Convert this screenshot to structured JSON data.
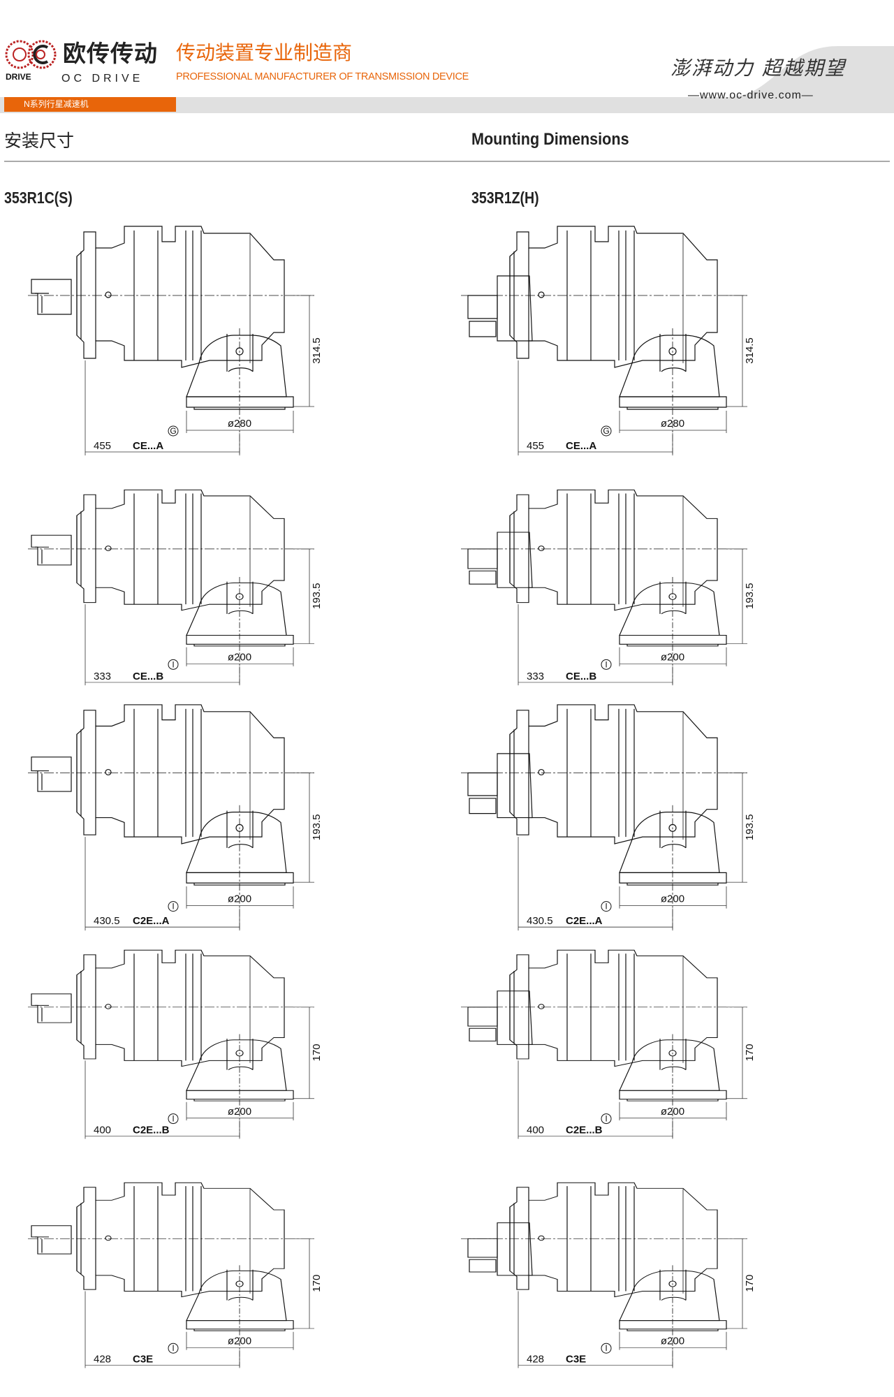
{
  "header": {
    "brand_cn": "欧传传动",
    "brand_en": "OC DRIVE",
    "logo_text": "DRIVE",
    "slogan_cn": "传动装置专业制造商",
    "slogan_en": "PROFESSIONAL MANUFACTURER OF TRANSMISSION DEVICE",
    "series_tab": "N系列行星减速机",
    "motto": "澎湃动力 超越期望",
    "url": "—www.oc-drive.com—"
  },
  "colors": {
    "accent": "#e8650a",
    "band": "#e0e0e0"
  },
  "section": {
    "title_cn": "安装尺寸",
    "title_en": "Mounting Dimensions"
  },
  "models": {
    "left": "353R1C(S)",
    "right": "353R1Z(H)"
  },
  "panels": [
    {
      "height": "314.5",
      "diameter": "ø280",
      "length": "455",
      "code": "CE...A",
      "symbol": "G"
    },
    {
      "height": "193.5",
      "diameter": "ø200",
      "length": "333",
      "code": "CE...B",
      "symbol": "I"
    },
    {
      "height": "193.5",
      "diameter": "ø200",
      "length": "430.5",
      "code": "C2E...A",
      "symbol": "I"
    },
    {
      "height": "170",
      "diameter": "ø200",
      "length": "400",
      "code": "C2E...B",
      "symbol": "I"
    },
    {
      "height": "170",
      "diameter": "ø200",
      "length": "428",
      "code": "C3E",
      "symbol": "I"
    }
  ]
}
